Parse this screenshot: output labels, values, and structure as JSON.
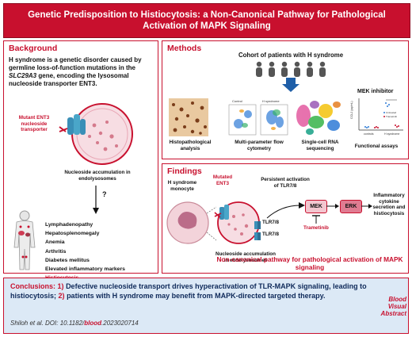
{
  "title": "Genetic Predisposition to Histiocytosis: a Non-Canonical Pathway for Pathological Activation of MAPK Signaling",
  "background": {
    "heading": "Background",
    "intro_a": "H syndrome is a genetic disorder caused by germline loss-of-function mutations in the",
    "intro_gene": "SLC29A3",
    "intro_b": "gene, encoding the lysosomal nucleoside transporter ENT3.",
    "mutant_label": "Mutant ENT3 nucleoside transporter",
    "accumulation": "Nucleoside accumulation in endolysosomes",
    "question": "?",
    "symptoms": [
      "Lymphadenopathy",
      "Hepatosplenomegaly",
      "Anemia",
      "Arthritis",
      "Diabetes mellitus",
      "Elevated inflammatory markers"
    ],
    "symptom_highlight": "Histiocytosis"
  },
  "methods": {
    "heading": "Methods",
    "cohort": "Cohort of patients with H syndrome",
    "mek_inhibitor": "MEK inhibitor",
    "items": [
      "Histopathological analysis",
      "Multi-parameter flow cytometry",
      "Single-cell RNA sequencing",
      "Functional assays"
    ],
    "facs_labels": {
      "control": "Control",
      "h_syndrome": "H syndrome"
    },
    "assay_ylabel": "CCL2 (pg/mL)",
    "assay_xlabels": {
      "controls": "controls",
      "h_syndrome": "H syndrome"
    },
    "assay_legend": [
      "Untreated",
      "Trametinib"
    ]
  },
  "findings": {
    "heading": "Findings",
    "monocyte": "H syndrome monocyte",
    "mutated": "Mutated ENT3",
    "accumulation": "Nucleoside accumulation in endolysosomes",
    "persistent": "Persistent activation of TLR7/8",
    "tlr_a": "TLR7/8",
    "tlr_b": "TLR7/8",
    "mek": "MEK",
    "erk": "ERK",
    "trametinib": "Trametinib",
    "outcome": "Inflammatory cytokine secretion and histiocytosis",
    "summary": "Non-canonical pathway for pathological activation of MAPK signaling"
  },
  "conclusions": {
    "label": "Conclusions:",
    "n1": "1)",
    "text1": "Defective nucleoside transport drives hyperactivation of TLR-MAPK signaling, leading to histiocytosis;",
    "n2": "2)",
    "text2": "patients with H syndrome may benefit from MAPK-directed targeted therapy.",
    "citation_a": "Shiloh et al. DOI: 10.1182/",
    "citation_b": "blood",
    "citation_c": ".2023020714",
    "brand_1": "Blood",
    "brand_2": "Visual",
    "brand_3": "Abstract"
  },
  "colors": {
    "accent": "#c8102e",
    "dark_red": "#8d0a1f",
    "conclusion_bg": "#dce9f6",
    "cell_pink": "#f3d3da",
    "arrow_blue": "#1f5fa8"
  }
}
